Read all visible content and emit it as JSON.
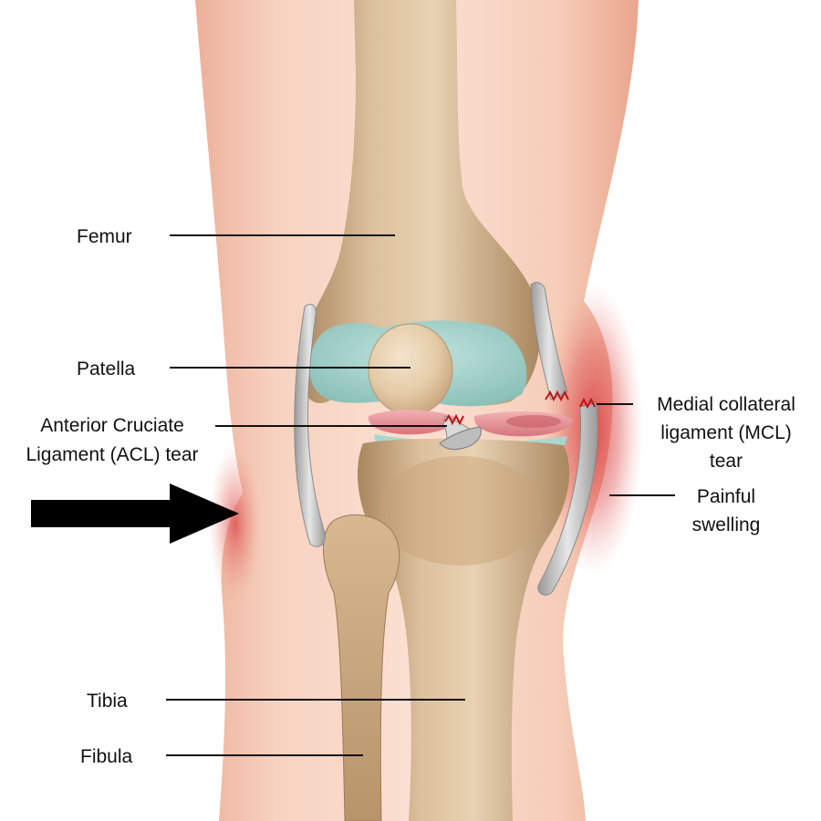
{
  "labels": {
    "femur": "Femur",
    "patella": "Patella",
    "acl_line1": "Anterior Cruciate",
    "acl_line2": "Ligament (ACL) tear",
    "mcl_line1": "Medial collateral",
    "mcl_line2": "ligament (MCL)",
    "mcl_line3": "tear",
    "swelling_line1": "Painful",
    "swelling_line2": "swelling",
    "tibia": "Tibia",
    "fibula": "Fibula"
  },
  "colors": {
    "skin_light": "#f9d8c8",
    "skin_mid": "#eeaa90",
    "swelling_red": "#d8353a",
    "bone_light": "#e5cba8",
    "bone_mid": "#c9a47a",
    "bone_dark": "#9c7a55",
    "cartilage": "#9fd3cc",
    "ligament_gray": "#c4c4c4",
    "meniscus_pink": "#e88f95",
    "tear_red": "#c0141a",
    "arrow": "#000000",
    "text": "#111111"
  },
  "icons": {
    "force_arrow": "right-arrow-icon"
  }
}
